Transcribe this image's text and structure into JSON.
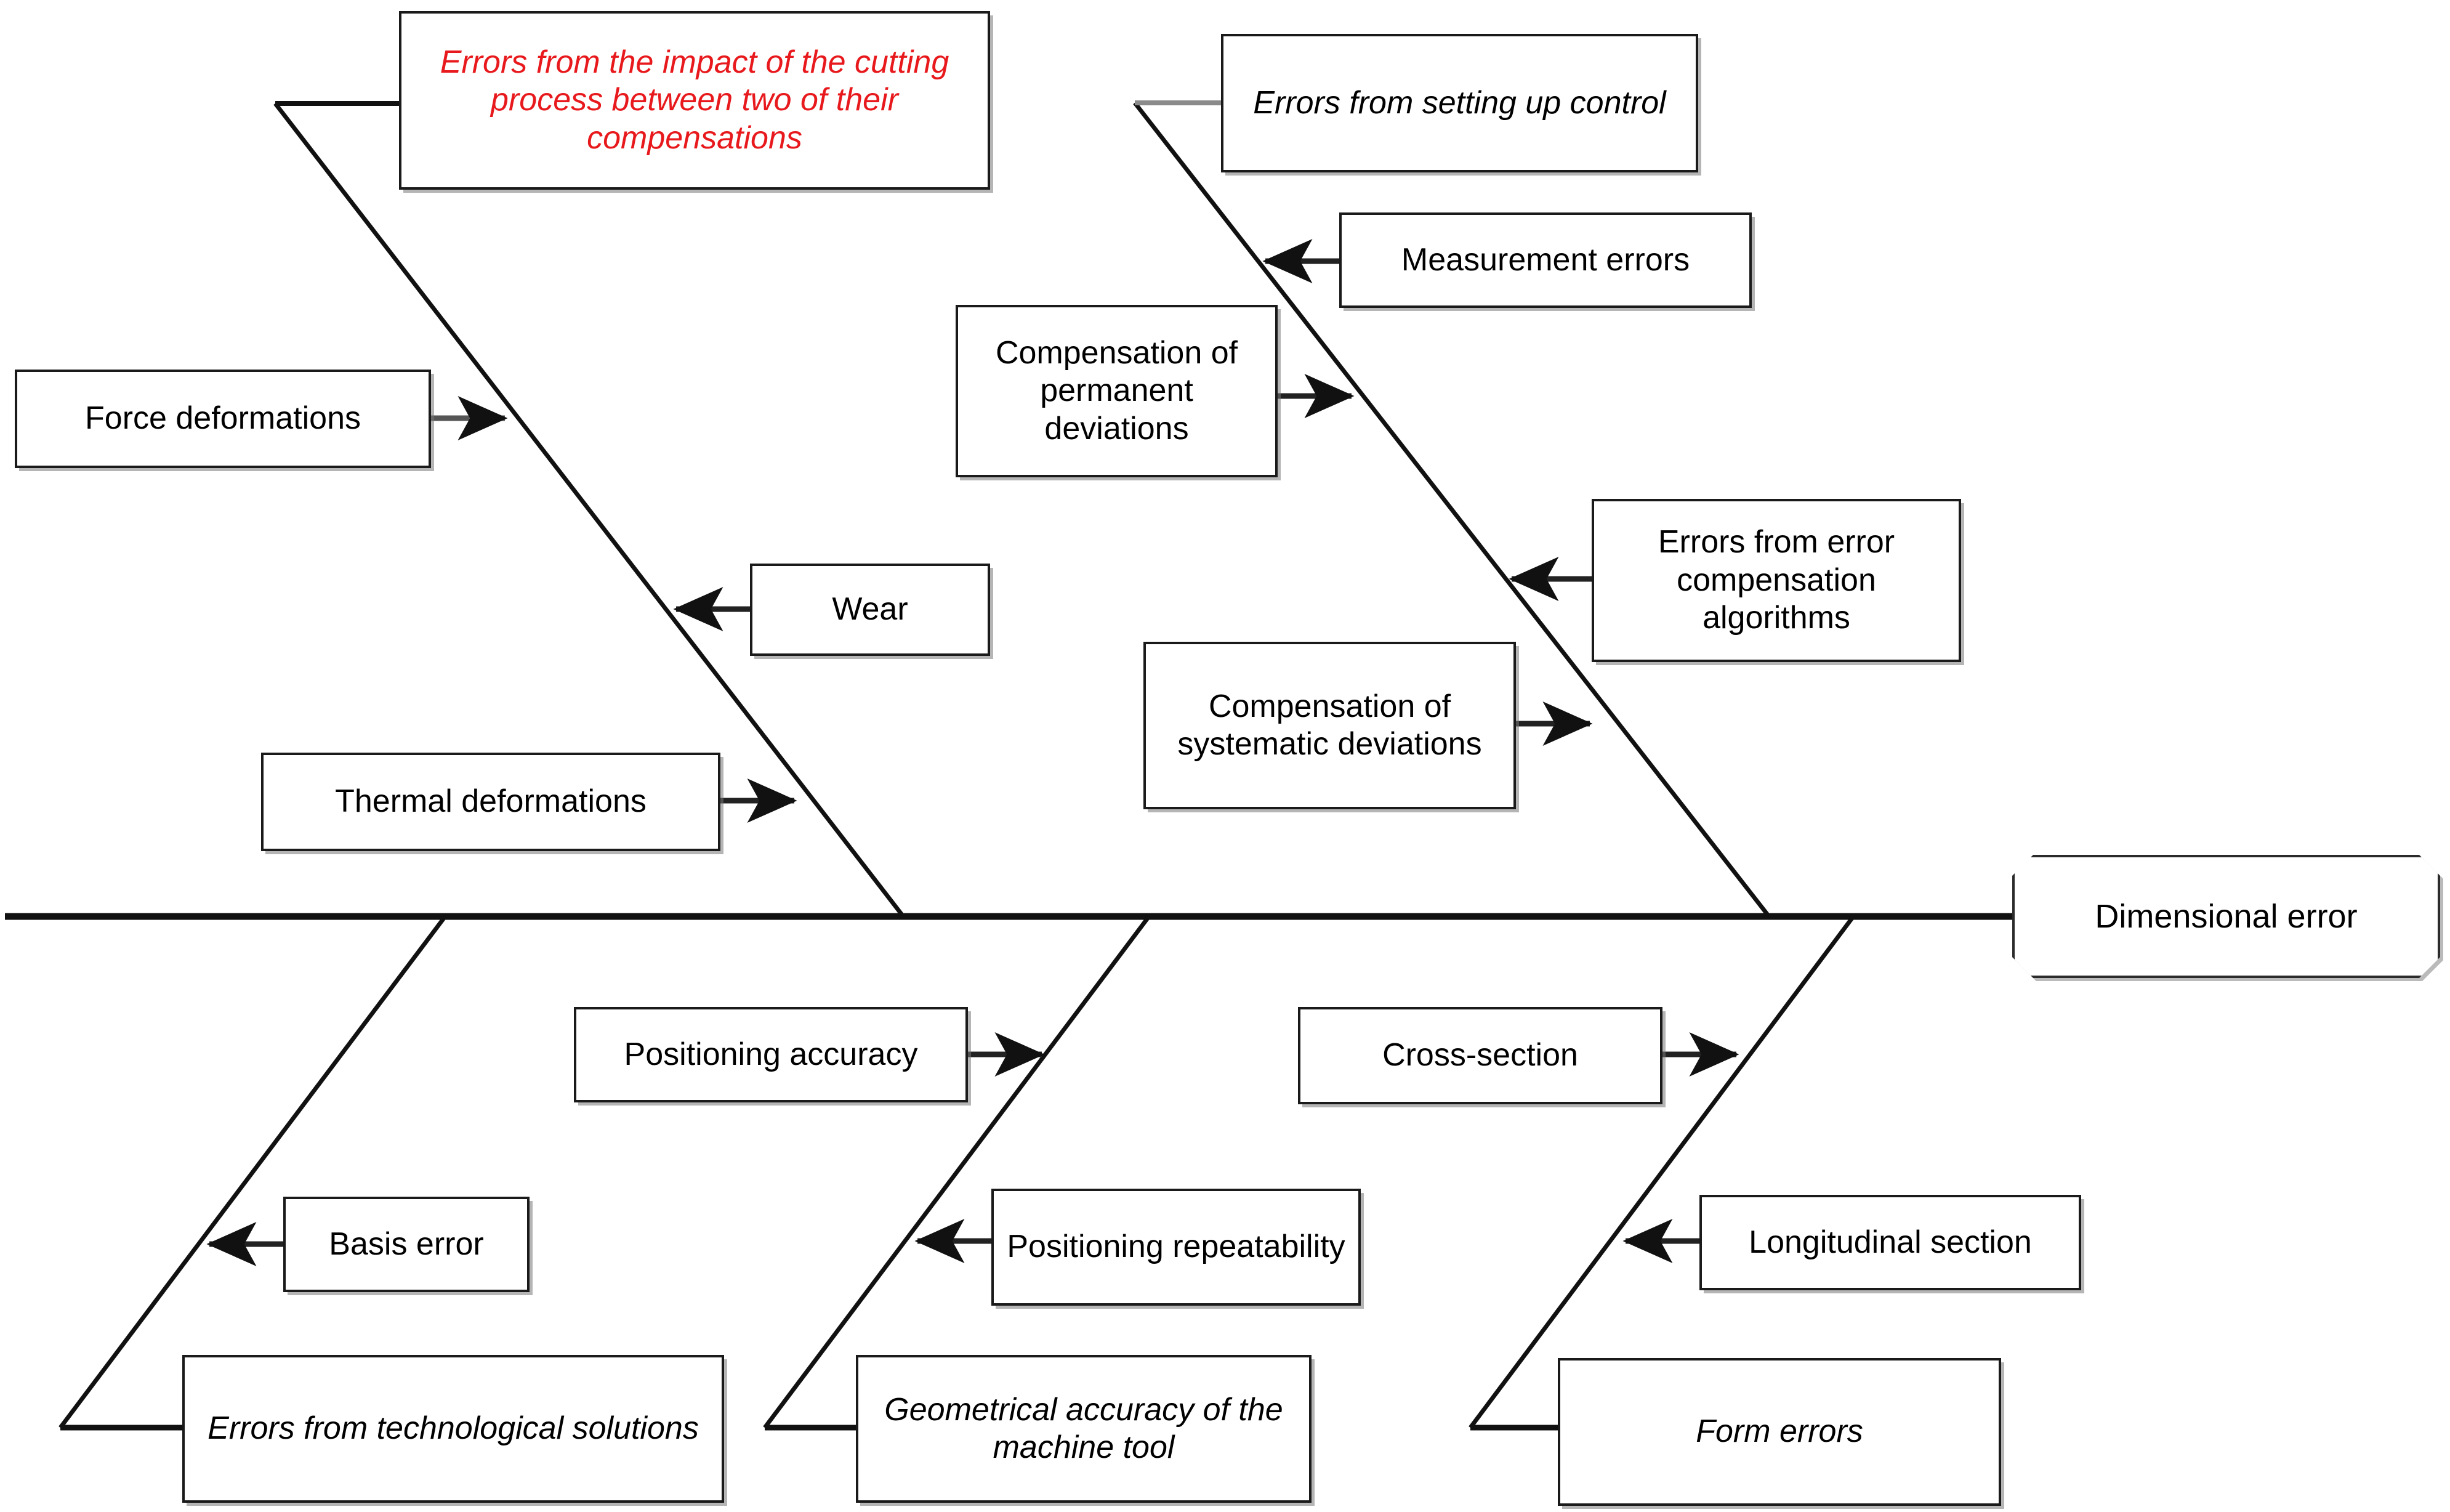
{
  "diagram": {
    "type": "fishbone-ishikawa",
    "effect": {
      "label": "Dimensional error"
    },
    "colors": {
      "line": "#1a1a1a",
      "box_border": "#1a1a1a",
      "text": "#000000",
      "highlight_red": "#e8191c",
      "background": "#ffffff"
    },
    "categories": [
      {
        "id": "cutting-process",
        "position": "upper-left",
        "label": "Errors from the impact of the cutting process between two of their compensations",
        "style": "italic-red",
        "causes": [
          {
            "label": "Force deformations",
            "arrow": "right"
          },
          {
            "label": "Wear",
            "arrow": "left"
          },
          {
            "label": "Thermal deformations",
            "arrow": "right"
          }
        ]
      },
      {
        "id": "setting-up-control",
        "position": "upper-right",
        "label": "Errors from setting up control",
        "style": "italic",
        "causes": [
          {
            "label": "Measurement errors",
            "arrow": "left"
          },
          {
            "label": "Compensation of permanent deviations",
            "arrow": "right"
          },
          {
            "label": "Errors from error compensation algorithms",
            "arrow": "left"
          },
          {
            "label": "Compensation of systematic deviations",
            "arrow": "right"
          }
        ]
      },
      {
        "id": "technological-solutions",
        "position": "lower-left",
        "label": "Errors from technological solutions",
        "style": "italic",
        "causes": [
          {
            "label": "Positioning accuracy",
            "arrow": "right"
          },
          {
            "label": "Basis error",
            "arrow": "left"
          }
        ]
      },
      {
        "id": "machine-tool-geometry",
        "position": "lower-middle",
        "label": "Geometrical accuracy of the machine tool",
        "style": "italic",
        "causes": [
          {
            "label": "Positioning repeatability",
            "arrow": "left"
          }
        ]
      },
      {
        "id": "form-errors",
        "position": "lower-right",
        "label": "Form errors",
        "style": "italic",
        "causes": [
          {
            "label": "Cross-section",
            "arrow": "right"
          },
          {
            "label": "Longitudinal section",
            "arrow": "left"
          }
        ]
      }
    ]
  }
}
